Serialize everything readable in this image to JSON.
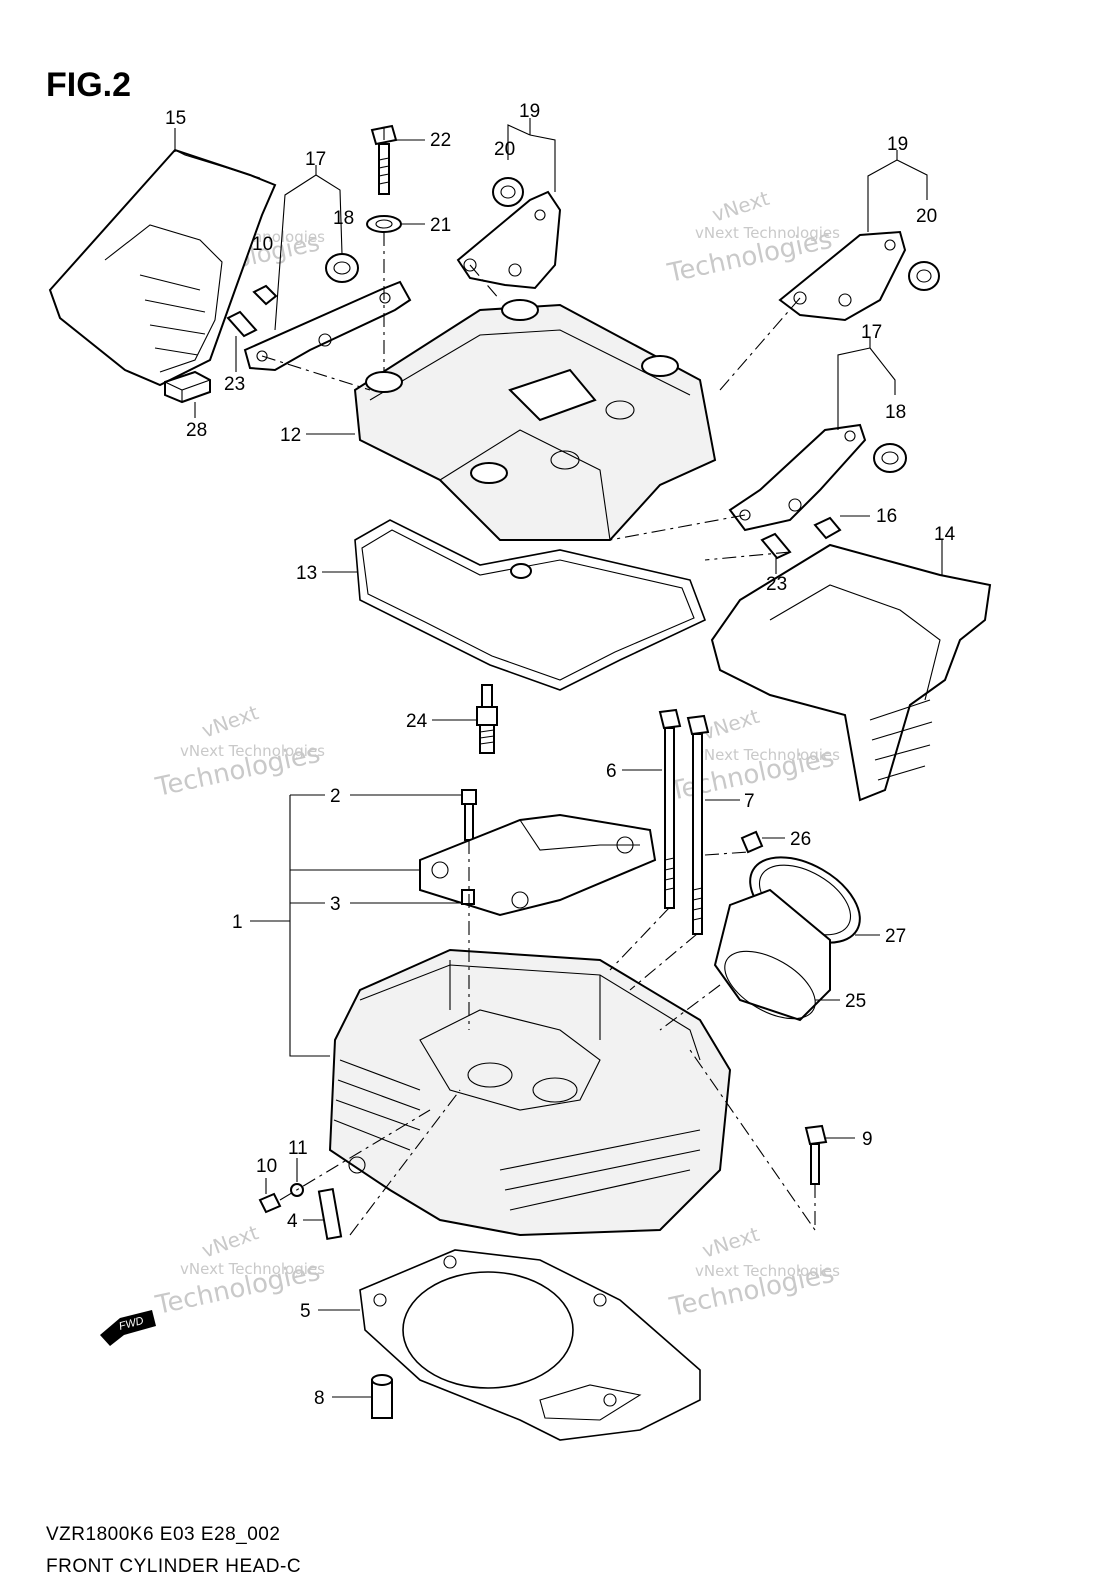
{
  "figure": {
    "title": "FIG.2",
    "code_line": "VZR1800K6 E03 E28_002",
    "name_line": "FRONT CYLINDER HEAD-C"
  },
  "watermark": {
    "line1": "vNext Technologies",
    "line2": "vNext",
    "line3": "Technologies"
  },
  "fwd_label": "FWD",
  "callouts": {
    "c1": "1",
    "c2": "2",
    "c3": "3",
    "c4": "4",
    "c5": "5",
    "c6": "6",
    "c7": "7",
    "c8": "8",
    "c9": "9",
    "c10": "10",
    "c11": "11",
    "c12": "12",
    "c13": "13",
    "c14": "14",
    "c15": "15",
    "c16": "16",
    "c17a": "17",
    "c17b": "17",
    "c18a": "18",
    "c18b": "18",
    "c19a": "19",
    "c19b": "19",
    "c20a": "20",
    "c20b": "20",
    "c21": "21",
    "c22": "22",
    "c23a": "23",
    "c23b": "23",
    "c24": "24",
    "c25": "25",
    "c26": "26",
    "c27": "27",
    "c28": "28"
  }
}
